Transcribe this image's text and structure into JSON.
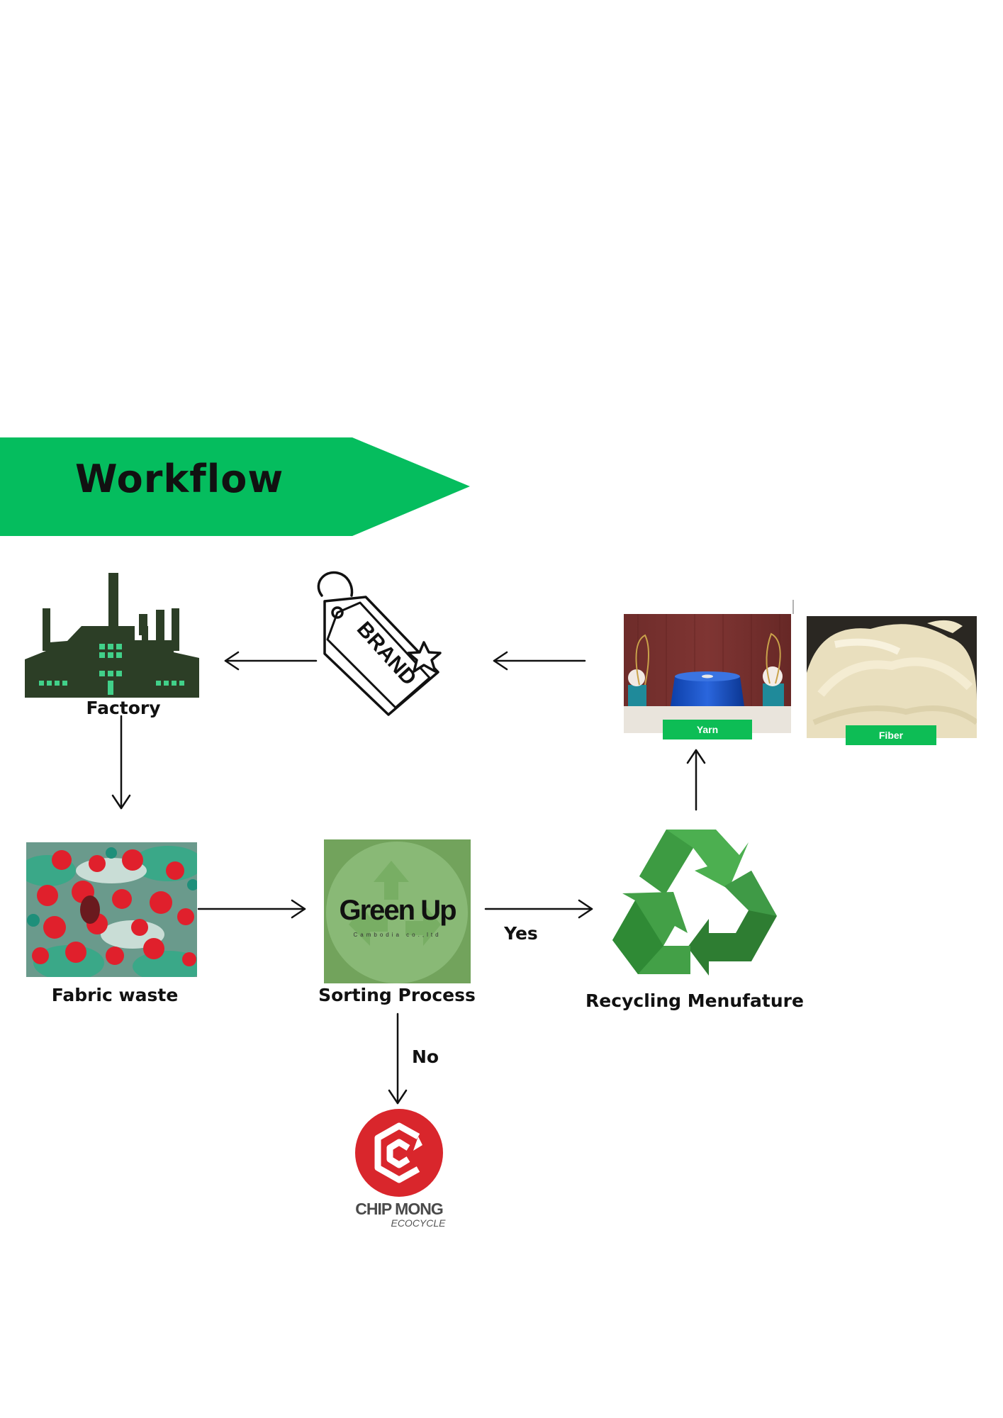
{
  "title": "Workflow",
  "colors": {
    "banner": "#05bd5e",
    "factory": "#2c3e26",
    "recycle_light": "#4caf50",
    "recycle_dark": "#2e7d32",
    "chipmong_red": "#d9262c"
  },
  "nodes": {
    "factory": {
      "label": "Factory",
      "icon": "factory-icon"
    },
    "brand": {
      "tag_text": "BRAND",
      "icon": "price-tag-icon"
    },
    "fabric_waste": {
      "label": "Fabric waste"
    },
    "sorting": {
      "label": "Sorting Process",
      "logo_text": "Green Up",
      "logo_subtext": "Cambodia co.,ltd"
    },
    "recycling": {
      "label": "Recycling Menufature",
      "icon": "recycle-icon"
    },
    "yarn": {
      "tag": "Yarn"
    },
    "fiber": {
      "tag": "Fiber"
    },
    "chipmong": {
      "name": "CHIP MONG",
      "sub": "ECOCYCLE"
    }
  },
  "edges": {
    "yes": "Yes",
    "no": "No"
  }
}
